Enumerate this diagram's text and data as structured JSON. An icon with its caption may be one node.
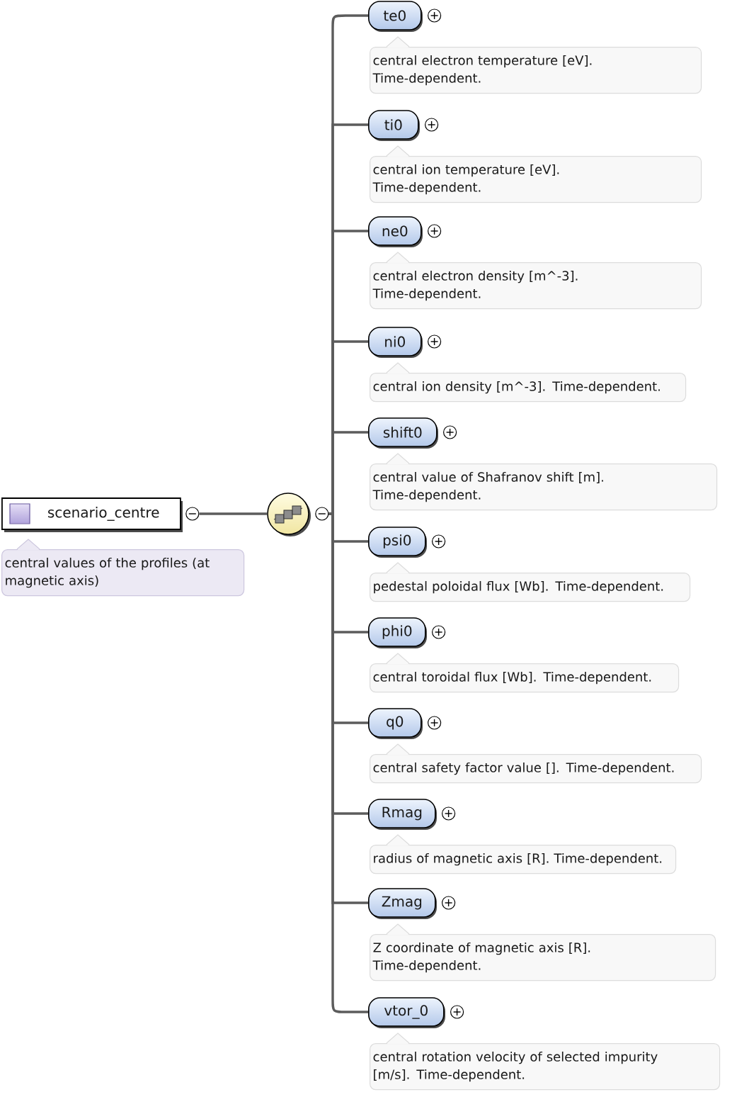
{
  "diagram": {
    "nodes": [
      {
        "text": [
          "scenario_centre"
        ],
        "beside": [
          "central values of the profiles (at magnetic axis)"
        ]
      },
      {
        "text": [],
        "shape": "circle"
      },
      {
        "text": [
          "te0"
        ],
        "beside": [
          "central electron temperature [eV]. Time-dependent."
        ]
      },
      {
        "text": [
          "ti0"
        ],
        "beside": [
          "central ion temperature [eV]. Time-dependent."
        ]
      },
      {
        "text": [
          "ne0"
        ],
        "beside": [
          "central electron density [m^-3]. Time-dependent."
        ]
      },
      {
        "text": [
          "ni0"
        ],
        "beside": [
          "central ion density [m^-3]. Time-dependent."
        ]
      },
      {
        "text": [
          "shift0"
        ],
        "beside": [
          "central value of Shafranov shift [m]. Time-dependent."
        ]
      },
      {
        "text": [
          "psi0"
        ],
        "beside": [
          "pedestal poloidal flux [Wb]. Time-dependent."
        ]
      },
      {
        "text": [
          "phi0"
        ],
        "beside": [
          "central toroidal flux [Wb]. Time-dependent."
        ]
      },
      {
        "text": [
          "q0"
        ],
        "beside": [
          "central safety factor value []. Time-dependent."
        ]
      },
      {
        "text": [
          "Rmag"
        ],
        "beside": [
          "radius of magnetic axis [R]. Time-dependent."
        ]
      },
      {
        "text": [
          "Zmag"
        ],
        "beside": [
          "Z coordinate of magnetic axis [R]. Time-dependent."
        ]
      },
      {
        "text": [
          "vtor_0"
        ],
        "beside": [
          "central rotation velocity of selected impurity [m/s]. Time-dependent."
        ]
      }
    ],
    "edges": [
      {
        "from": 0,
        "to": 1,
        "arrow": "none"
      },
      {
        "from": 1,
        "to": 2,
        "arrow": "none"
      },
      {
        "from": 1,
        "to": 3,
        "arrow": "none"
      },
      {
        "from": 1,
        "to": 4,
        "arrow": "none"
      },
      {
        "from": 1,
        "to": 5,
        "arrow": "none"
      },
      {
        "from": 1,
        "to": 6,
        "arrow": "none"
      },
      {
        "from": 1,
        "to": 7,
        "arrow": "none"
      },
      {
        "from": 1,
        "to": 8,
        "arrow": "none"
      },
      {
        "from": 1,
        "to": 9,
        "arrow": "none"
      },
      {
        "from": 1,
        "to": 10,
        "arrow": "none"
      },
      {
        "from": 1,
        "to": 11,
        "arrow": "none"
      },
      {
        "from": 1,
        "to": 12,
        "arrow": "none"
      }
    ]
  }
}
